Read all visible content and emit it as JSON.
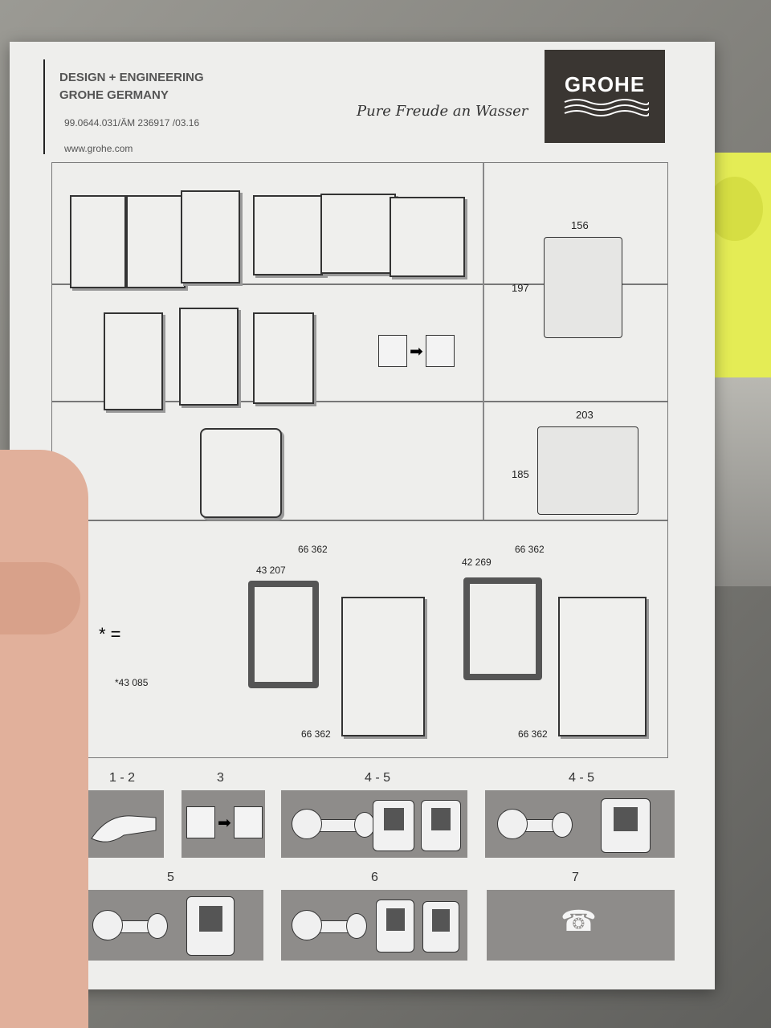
{
  "header": {
    "line1": "DESIGN + ENGINEERING",
    "line2": "GROHE GERMANY",
    "doc_number": "99.0644.031/ÄM 236917 /03.16",
    "website": "www.grohe.com",
    "tagline": "Pure Freude an Wasser",
    "logo_text": "GROHE"
  },
  "dimensions": {
    "plate1_width": "156",
    "plate1_height": "197",
    "plate2_width": "203",
    "plate2_height": "185"
  },
  "parts": {
    "frame1_code": "43 207",
    "frame2_code": "42 269",
    "screw_code_a": "66 362",
    "screw_code_b": "66 362",
    "screw_code_c": "66 362",
    "screw_code_d": "66 362",
    "kit_code": "*43 085",
    "asterisk_equals": "* ="
  },
  "steps": {
    "s1": "1 - 2",
    "s2": "3",
    "s3": "4 - 5",
    "s4": "4 - 5",
    "s5": "5",
    "s6": "6",
    "s7": "7"
  },
  "colors": {
    "panel": "#8e8c8a",
    "logo_bg": "#3a3632",
    "paper": "#eeeeec"
  }
}
